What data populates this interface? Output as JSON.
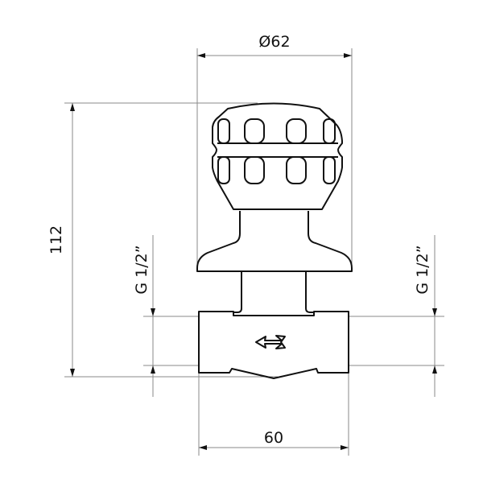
{
  "drawing": {
    "dimensions": {
      "diameter": "Ø62",
      "height": "112",
      "width": "60",
      "thread_left": "G 1/2”",
      "thread_right": "G 1/2”"
    },
    "colors": {
      "outline": "#111111",
      "dimension_line": "#8a8a8a"
    }
  }
}
